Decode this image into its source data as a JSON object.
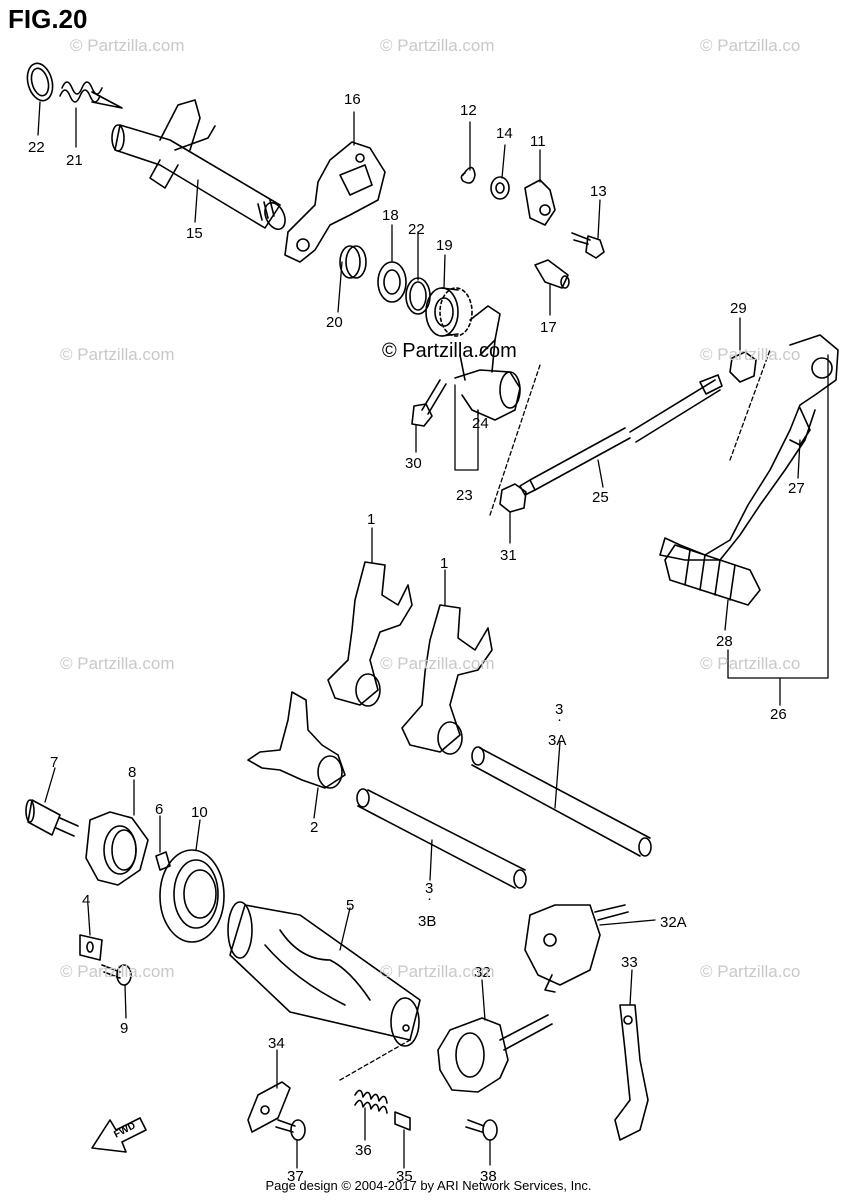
{
  "figure_title": "FIG.20",
  "watermark_text": "© Partzilla.com",
  "watermark_edge": "© Partzilla.co",
  "center_watermark": "© Partzilla.com",
  "footer": "Page design © 2004-2017 by ARI Network Services, Inc.",
  "fwd_label": "FWD",
  "callouts": {
    "c22a": "22",
    "c21": "21",
    "c15": "15",
    "c16": "16",
    "c12": "12",
    "c14": "14",
    "c11": "11",
    "c13": "13",
    "c18": "18",
    "c22b": "22",
    "c19": "19",
    "c20": "20",
    "c17": "17",
    "c29": "29",
    "c30": "30",
    "c24": "24",
    "c23": "23",
    "c25": "25",
    "c27": "27",
    "c31": "31",
    "c1a": "1",
    "c1b": "1",
    "c28": "28",
    "c26": "26",
    "c3a": "3",
    "c3a_dot": "·",
    "c3a_sub": "3A",
    "c7": "7",
    "c8": "8",
    "c6": "6",
    "c10": "10",
    "c2": "2",
    "c3b": "3",
    "c3b_dot": "·",
    "c3b_sub": "3B",
    "c5": "5",
    "c32a": "32A",
    "c4": "4",
    "c9": "9",
    "c33": "33",
    "c32": "32",
    "c34": "34",
    "c36": "36",
    "c35": "35",
    "c37": "37",
    "c38": "38"
  }
}
